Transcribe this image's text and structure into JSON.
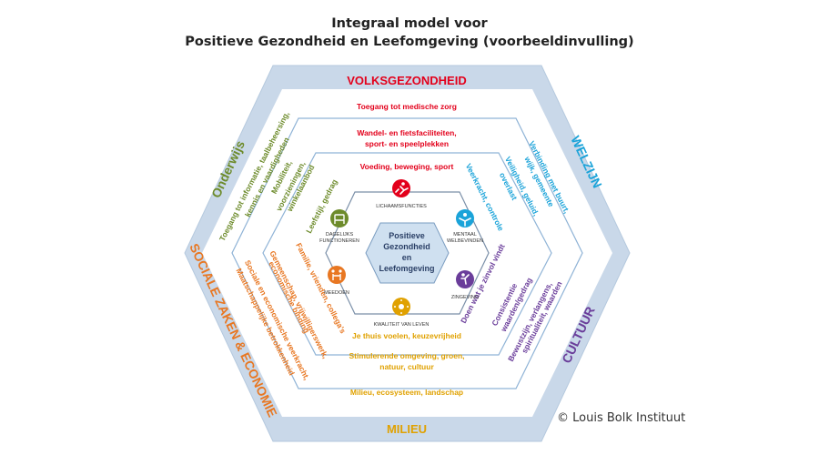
{
  "title_line1": "Integraal model voor",
  "title_line2": "Positieve Gezondheid en Leefomgeving (voorbeeldinvulling)",
  "copyright": "© Louis Bolk Instituut",
  "center": {
    "line1": "Positieve",
    "line2": "Gezondheid",
    "line3": "en",
    "line4": "Leefomgeving"
  },
  "sectors": {
    "volksgezondheid": "VOLKSGEZONDHEID",
    "welzijn": "WELZIJN",
    "cultuur": "CULTUUR",
    "milieu": "MILIEU",
    "sociale_zaken": "SOCIALE ZAKEN & ECONOMIE",
    "onderwijs": "Onderwijs"
  },
  "top": {
    "outer": "Toegang tot medische zorg",
    "middle1": "Wandel- en fietsfaciliteiten,",
    "middle2": "sport- en speelplekken",
    "inner": "Voeding, beweging, sport"
  },
  "upper_right": {
    "outer1": "Verbinding met buurt,",
    "outer2": "wijk, gemeente",
    "middle1": "Veiligheid, geluid,",
    "middle2": "overlast",
    "inner": "Veerkracht, controle"
  },
  "lower_right": {
    "outer1": "Bewustzijn, verlangens,",
    "outer2": "spiritualiteit, waarden",
    "middle1": "Consistentie",
    "middle2": "waarden/gedrag",
    "inner": "Doen wat je zinvol vindt"
  },
  "bottom": {
    "outer": "Milieu, ecosysteem, landschap",
    "middle1": "Stimulerende omgeving, groen,",
    "middle2": "natuur, cultuur",
    "inner": "Je thuis voelen, keuzevrijheid"
  },
  "lower_left": {
    "outer1": "Sociale en economische veerkracht,",
    "outer2": "Maatschappelijke betrokkenheid",
    "middle1": "Gemeenschap, vrijwilligerswerk,",
    "middle2": "economische binding",
    "inner1": "Familie, vrienden, collega's"
  },
  "upper_left": {
    "outer1": "Toegang tot informatie, taalbeheersing,",
    "outer2": "kennis en vaardigheden",
    "middle1": "Mobiliteit,",
    "middle2": "voorzieningen,",
    "middle3": "winkelaanbod",
    "inner": "Leefstijl, gedrag"
  },
  "dimensions": {
    "lichaam": "LICHAAMSFUNCTIES",
    "mentaal1": "MENTAAL",
    "mentaal2": "WELBEVINDEN",
    "zingeving": "ZINGEVING",
    "kwaliteit": "KWALITEIT VAN LEVEN",
    "meedoen": "MEEDOEN",
    "dagelijks1": "DAGELIJKS",
    "dagelijks2": "FUNCTIONEREN"
  },
  "colors": {
    "red": "#e3001b",
    "orange": "#e87722",
    "olive": "#6d8b2b",
    "blue": "#1aa3d9",
    "purple": "#6a3d9a",
    "gold": "#e0a100",
    "frame": "#c9d8e9",
    "line": "#8fb3d6",
    "center_fill": "#cfe0f0"
  }
}
